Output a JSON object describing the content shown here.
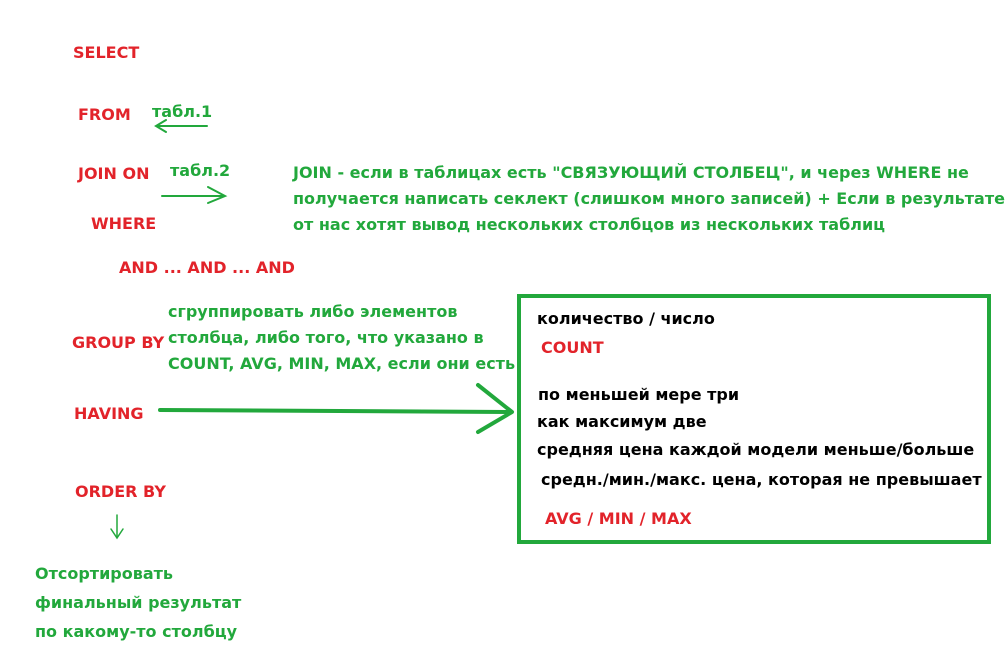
{
  "keywords": {
    "select": "SELECT",
    "from": "FROM",
    "join_on": "JOIN ON",
    "where": "WHERE",
    "and_chain": "AND ... AND ... AND",
    "group_by": "GROUP BY",
    "having": "HAVING",
    "order_by": "ORDER BY"
  },
  "notes": {
    "table1": "табл.1",
    "table2": "табл.2",
    "join_note": [
      "JOIN - если в таблицах есть \"СВЯЗУЮЩИЙ СТОЛБЕЦ\", и через WHERE не",
      "получается написать секлект (слишком много записей) + Если в результате",
      "от нас хотят вывод нескольких столбцов из нескольких таблиц"
    ],
    "group_note": [
      "сгруппировать либо  элементов",
      "столбца, либо того, что указано в",
      "COUNT, AVG, MIN, MAX, если они есть"
    ],
    "order_note": [
      "Отсортировать",
      "финальный результат",
      "по какому-то столбцу"
    ]
  },
  "having_box": {
    "quantity": "количество / число",
    "count": "COUNT",
    "at_least_three": "по меньшей мере три",
    "at_most_two": "как максимум две",
    "avg_price": "средняя цена каждой модели меньше/больше",
    "agg_price": "средн./мин./макс. цена, которая не превышает",
    "agg_funcs": "AVG / MIN / MAX"
  },
  "colors": {
    "keyword": "#e2232a",
    "note": "#22a83c",
    "box_text": "#000000",
    "box_border": "#22a83c"
  }
}
